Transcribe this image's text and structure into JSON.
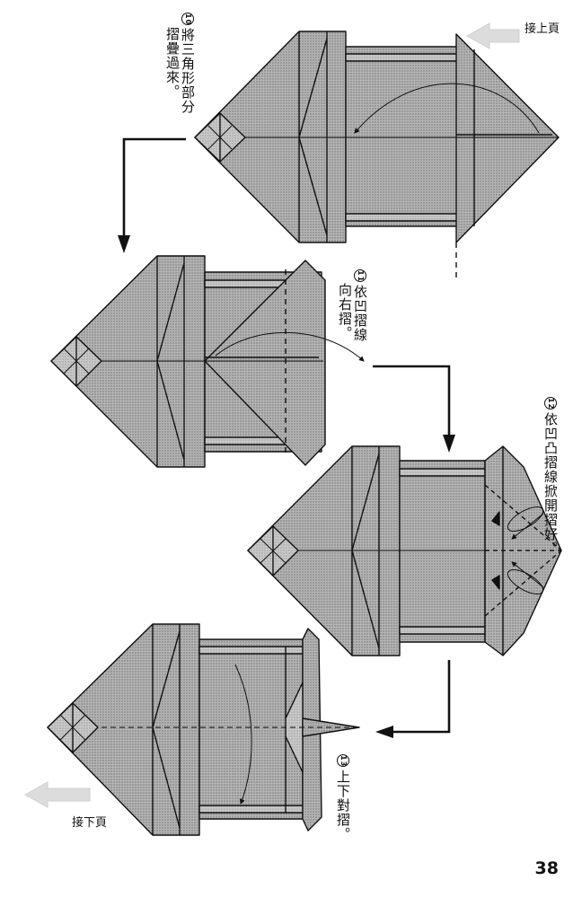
{
  "nav": {
    "prev_label": "接上頁",
    "next_label": "接下頁"
  },
  "steps": [
    {
      "number": "10",
      "text_col1": "將三角形部分",
      "text_col2": "摺疊過來。"
    },
    {
      "number": "11",
      "text_col1": "依凹摺線",
      "text_col2": "向右摺。"
    },
    {
      "number": "12",
      "text_col1": "依凹凸摺線掀開摺好。",
      "text_col2": ""
    },
    {
      "number": "13",
      "text_col1": "上下對摺。",
      "text_col2": ""
    }
  ],
  "page_number": "38",
  "colors": {
    "paper_fill": "#a8a8a8",
    "paper_light": "#bdbdbd",
    "line": "#111111",
    "nav_arrow": "#d9d9d9"
  }
}
